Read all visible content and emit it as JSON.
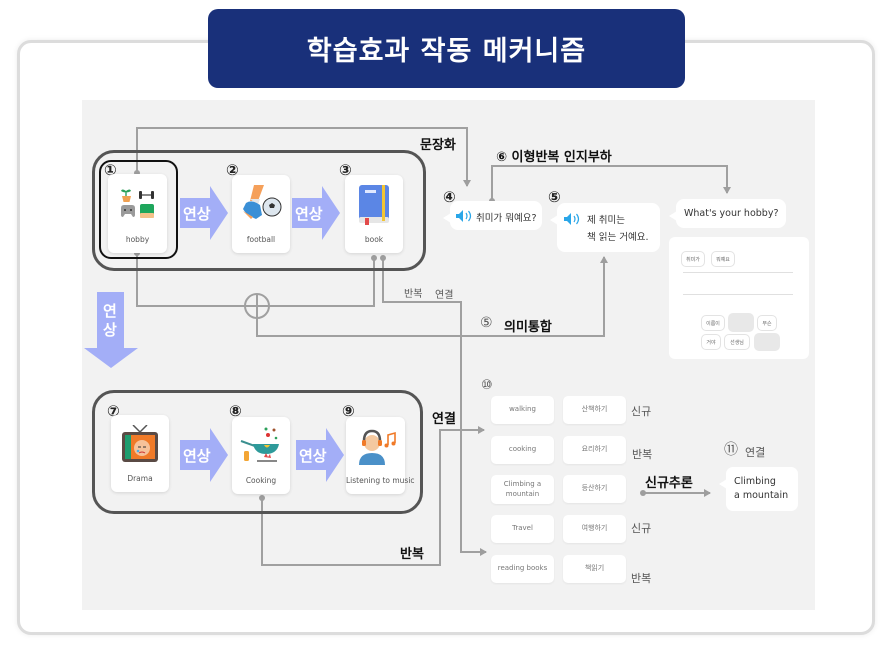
{
  "title": "학습효과 작동 메커니즘",
  "colors": {
    "title_bg": "#19307a",
    "arrow": "#a3aef7",
    "line": "#9e9e9e",
    "canvas": "#f2f2f2"
  },
  "top_group": {
    "cards": [
      {
        "num": "①",
        "label": "hobby",
        "icon": "hobby-icon"
      },
      {
        "num": "②",
        "label": "football",
        "icon": "football-icon"
      },
      {
        "num": "③",
        "label": "book",
        "icon": "book-icon"
      }
    ],
    "arrow_label": "연상"
  },
  "vertical_arrow_label": [
    "연",
    "상"
  ],
  "bottom_group": {
    "cards": [
      {
        "num": "⑦",
        "label": "Drama",
        "icon": "tv-drama-icon"
      },
      {
        "num": "⑧",
        "label": "Cooking",
        "icon": "cooking-pan-icon"
      },
      {
        "num": "⑨",
        "label": "Listening to music",
        "icon": "headphones-person-icon"
      }
    ],
    "arrow_label": "연상"
  },
  "labels": {
    "sentence": "문장화",
    "cognitive": "⑥ 이형반복 인지부하",
    "repeat_connect_1": "반복",
    "repeat_connect_2": "연결",
    "integration_num": "⑤",
    "integration": "의미통합",
    "connect": "연결",
    "repeat": "반복",
    "inference": "신규추론"
  },
  "bubbles": {
    "q": {
      "num": "④",
      "text": "취미가 뭐예요?"
    },
    "a": {
      "num": "⑤",
      "line1": "제 취미는",
      "line2": "책 읽는 거예요."
    },
    "en": "What's your hobby?"
  },
  "panel": {
    "top_chips": [
      "취미가",
      "뭐예요"
    ],
    "word_chips_row1": [
      "이름이",
      "",
      "무슨"
    ],
    "word_chips_row2": [
      "거야",
      "선생님",
      ""
    ]
  },
  "word_list": {
    "num": "⑩",
    "rows": [
      {
        "en": "walking",
        "ko": "산책하기",
        "tag": "신규"
      },
      {
        "en": "cooking",
        "ko": "요리하기",
        "tag": "반복"
      },
      {
        "en": "Climbing a mountain",
        "ko": "등산하기",
        "tag": ""
      },
      {
        "en": "Travel",
        "ko": "여행하기",
        "tag": "신규"
      },
      {
        "en": "reading books",
        "ko": "책읽기",
        "tag": "반복"
      }
    ]
  },
  "output": {
    "num": "⑪",
    "label": "연결",
    "line1": "Climbing",
    "line2": "a mountain"
  }
}
